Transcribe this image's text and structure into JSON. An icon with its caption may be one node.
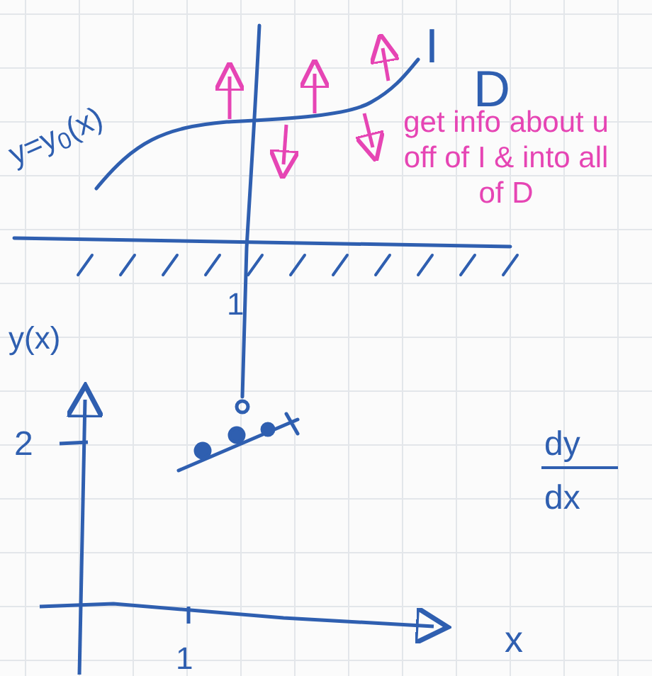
{
  "diagram": {
    "labels": [
      "y=y$_{0}$(x)",
      "I",
      "D",
      "get info about u off of I & into all of D",
      "1",
      "y(x)",
      "2",
      "dy",
      "dx",
      "1",
      "x"
    ]
  }
}
